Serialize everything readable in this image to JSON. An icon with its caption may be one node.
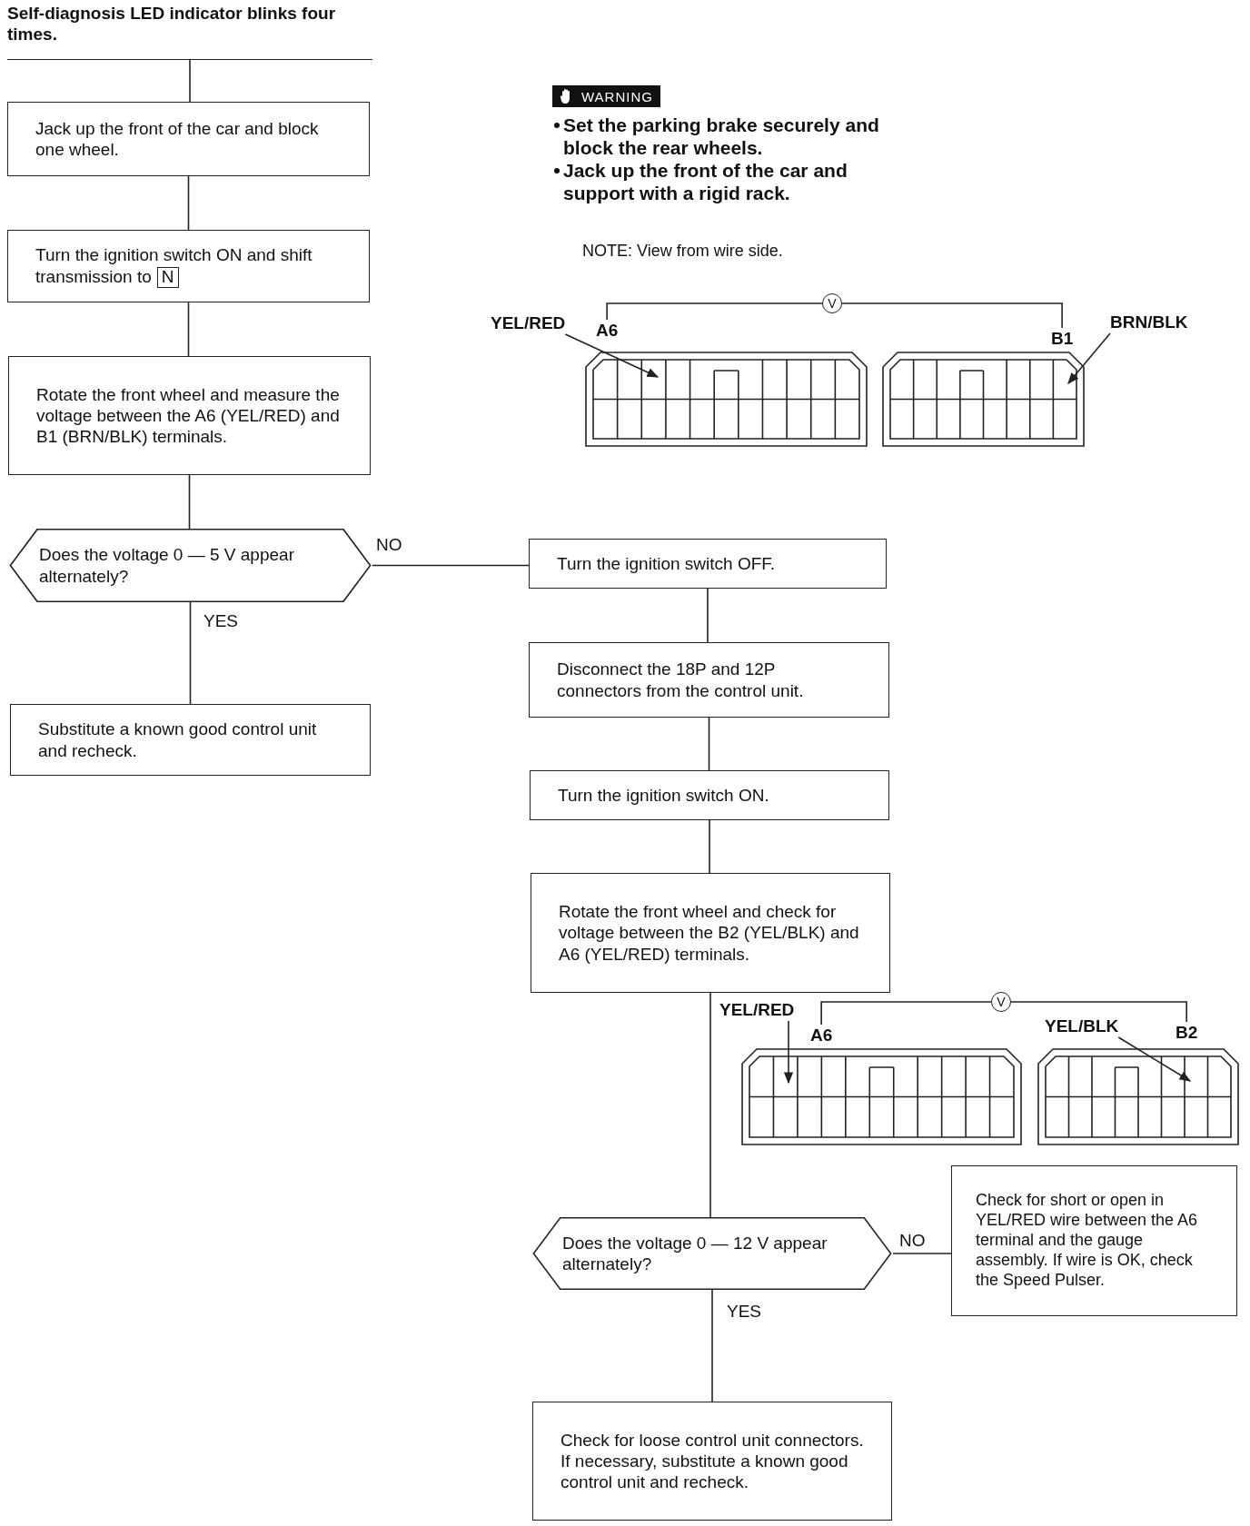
{
  "diagram": {
    "nodes": [
      {
        "text": [
          "Self-diagnosis LED indicator blinks four times."
        ]
      },
      {
        "text": [
          "Jack up the front of the car and block one wheel."
        ]
      },
      {
        "text": [
          "Turn the ignition switch ON and shift transmission to",
          "N"
        ]
      },
      {
        "text": [
          "Rotate the front wheel and measure the voltage between the A6 (YEL/RED) and B1 (BRN/BLK) terminals."
        ]
      },
      {
        "text": [
          "Does the voltage 0 — 5 V appear alternately?"
        ]
      },
      {
        "text": [
          "Substitute a known good control unit and recheck."
        ]
      },
      {
        "text": [
          "Turn the ignition switch OFF."
        ]
      },
      {
        "text": [
          "Disconnect the 18P and 12P connectors from the control unit."
        ]
      },
      {
        "text": [
          "Turn the ignition switch ON."
        ]
      },
      {
        "text": [
          "Rotate the front wheel and check for voltage between the B2 (YEL/BLK) and A6 (YEL/RED) terminals."
        ]
      },
      {
        "text": [
          "Does the voltage 0 — 12 V appear alternately?"
        ]
      },
      {
        "text": [
          "Check for short or open in YEL/RED wire between the A6 terminal and the gauge assembly. If wire is OK, check the Speed Pulser."
        ]
      },
      {
        "text": [
          "Check for loose control unit connectors. If necessary, substitute a known good control unit and recheck."
        ]
      },
      {
        "text": [
          "YEL/RED"
        ]
      },
      {
        "text": [
          "A6"
        ]
      },
      {
        "text": [
          "V"
        ]
      },
      {
        "text": [
          "B1"
        ]
      },
      {
        "text": [
          "BRN/BLK"
        ]
      },
      {
        "text": [
          "YEL/RED"
        ]
      },
      {
        "text": [
          "A6"
        ]
      },
      {
        "text": [
          "V"
        ]
      },
      {
        "text": [
          "YEL/BLK"
        ]
      },
      {
        "text": [
          "B2"
        ]
      },
      {
        "text": [],
        "shape": "picture"
      },
      {
        "text": [],
        "shape": "picture"
      },
      {
        "text": [],
        "shape": "picture"
      },
      {
        "text": [],
        "shape": "picture"
      }
    ],
    "edges": [
      {
        "from": 0,
        "to": 1,
        "arrow": "none"
      },
      {
        "from": 1,
        "to": 2,
        "arrow": "none"
      },
      {
        "from": 2,
        "to": 3,
        "arrow": "none"
      },
      {
        "from": 3,
        "to": 4,
        "arrow": "none"
      },
      {
        "from": 4,
        "to": 6,
        "arrow": "none",
        "label": "NO"
      },
      {
        "from": 4,
        "to": 5,
        "arrow": "none",
        "label": "YES"
      },
      {
        "from": 6,
        "to": 7,
        "arrow": "none"
      },
      {
        "from": 7,
        "to": 8,
        "arrow": "none"
      },
      {
        "from": 8,
        "to": 9,
        "arrow": "none"
      },
      {
        "from": 9,
        "to": 10,
        "arrow": "none"
      },
      {
        "from": 10,
        "to": 11,
        "arrow": "none",
        "label": "NO"
      },
      {
        "from": 10,
        "to": 12,
        "arrow": "none",
        "label": "YES"
      },
      {
        "from": 13,
        "to": 23,
        "arrow": "to"
      },
      {
        "from": 17,
        "to": 24,
        "arrow": "to"
      },
      {
        "from": 15,
        "to": 14,
        "arrow": "none"
      },
      {
        "from": 15,
        "to": 16,
        "arrow": "none"
      },
      {
        "from": 18,
        "to": 25,
        "arrow": "to"
      },
      {
        "from": 21,
        "to": 26,
        "arrow": "to"
      },
      {
        "from": 20,
        "to": 19,
        "arrow": "none"
      },
      {
        "from": 20,
        "to": 22,
        "arrow": "none"
      }
    ],
    "labels": [
      "WARNING",
      "Set the parking brake securely and block the rear wheels.",
      "Jack up the front of the car and support with a rigid rack.",
      "NOTE: View from wire side."
    ]
  }
}
